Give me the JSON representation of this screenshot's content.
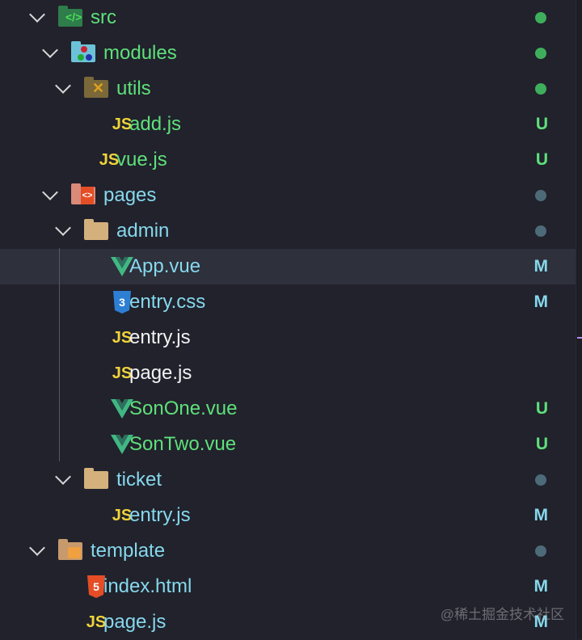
{
  "colors": {
    "bg": "#21222c",
    "untracked": "#5ee07a",
    "modified": "#86d8ec",
    "plain": "#f2f2f2",
    "dot_green": "#3fae5c",
    "dot_gray": "#4d6a78"
  },
  "rows": [
    {
      "label": "src",
      "type": "folder",
      "icon": "folder-src-icon",
      "level": 0,
      "status": "untracked",
      "badge": "",
      "dot": "green"
    },
    {
      "label": "modules",
      "type": "folder",
      "icon": "folder-modules-icon",
      "level": 1,
      "status": "untracked",
      "badge": "",
      "dot": "green"
    },
    {
      "label": "utils",
      "type": "folder",
      "icon": "folder-utils-icon",
      "level": 2,
      "status": "untracked",
      "badge": "",
      "dot": "green"
    },
    {
      "label": "add.js",
      "type": "file",
      "icon": "javascript-icon",
      "level": 3,
      "status": "untracked",
      "badge": "U"
    },
    {
      "label": "vue.js",
      "type": "file",
      "icon": "javascript-icon",
      "level": 2,
      "status": "untracked",
      "badge": "U"
    },
    {
      "label": "pages",
      "type": "folder",
      "icon": "folder-pages-icon",
      "level": 1,
      "status": "modified",
      "badge": "",
      "dot": "gray"
    },
    {
      "label": "admin",
      "type": "folder",
      "icon": "folder-icon",
      "level": 2,
      "status": "modified",
      "badge": "",
      "dot": "gray"
    },
    {
      "label": "App.vue",
      "type": "file",
      "icon": "vue-icon",
      "level": 3,
      "status": "modified",
      "badge": "M",
      "selected": true
    },
    {
      "label": "entry.css",
      "type": "file",
      "icon": "css-icon",
      "level": 3,
      "status": "modified",
      "badge": "M"
    },
    {
      "label": "entry.js",
      "type": "file",
      "icon": "javascript-icon",
      "level": 3,
      "status": "plain",
      "badge": ""
    },
    {
      "label": "page.js",
      "type": "file",
      "icon": "javascript-icon",
      "level": 3,
      "status": "plain",
      "badge": ""
    },
    {
      "label": "SonOne.vue",
      "type": "file",
      "icon": "vue-icon",
      "level": 3,
      "status": "untracked",
      "badge": "U"
    },
    {
      "label": "SonTwo.vue",
      "type": "file",
      "icon": "vue-icon",
      "level": 3,
      "status": "untracked",
      "badge": "U"
    },
    {
      "label": "ticket",
      "type": "folder",
      "icon": "folder-icon",
      "level": 2,
      "status": "modified",
      "badge": "",
      "dot": "gray"
    },
    {
      "label": "entry.js",
      "type": "file",
      "icon": "javascript-icon",
      "level": 3,
      "status": "modified",
      "badge": "M"
    },
    {
      "label": "template",
      "type": "folder",
      "icon": "folder-template-icon",
      "level": 0,
      "status": "modified",
      "badge": "",
      "dot": "gray"
    },
    {
      "label": "index.html",
      "type": "file",
      "icon": "html-icon",
      "level": 1,
      "status": "modified",
      "badge": "M"
    },
    {
      "label": "page.js",
      "type": "file",
      "icon": "javascript-icon",
      "level": 1,
      "status": "modified",
      "badge": "M"
    }
  ],
  "js_glyph": "JS",
  "watermark": "@稀土掘金技术社区"
}
